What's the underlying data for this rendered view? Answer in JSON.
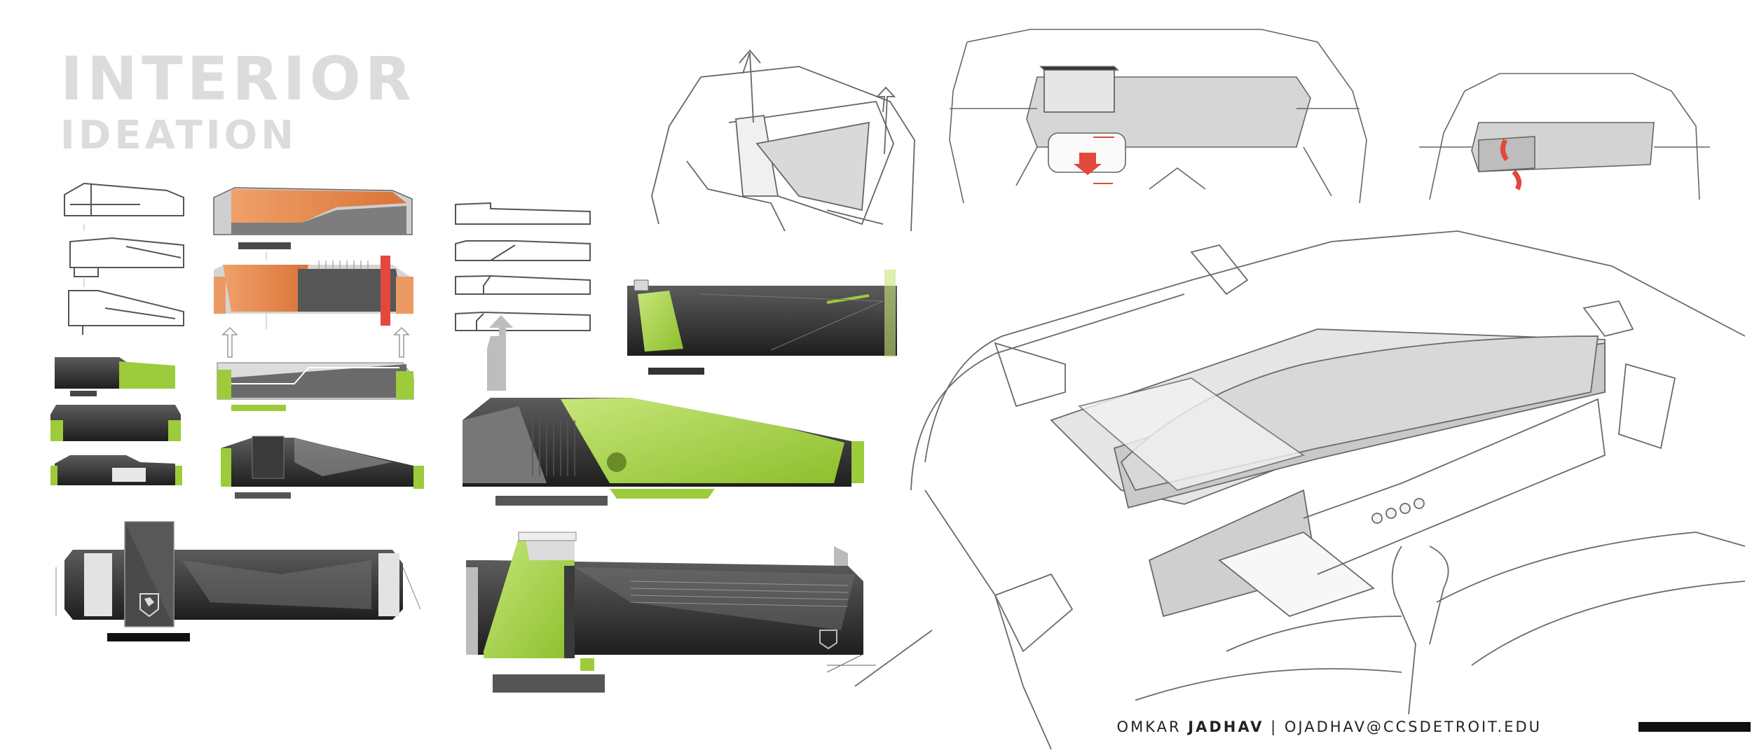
{
  "title": {
    "line1": "INTERIOR",
    "line2": "IDEATION"
  },
  "footer": {
    "first_name": "OMKAR",
    "last_name": "JADHAV",
    "separator": "|",
    "email": "OJADHAV@CCSDETROIT.EDU"
  },
  "colors": {
    "accent_green": "#9ccb3b",
    "accent_orange": "#e58a4e",
    "accent_red": "#e2483c",
    "sketch_gray": "#5a5a5a",
    "dark_body": "#2d2d2d",
    "title_gray": "#dcdcdc"
  },
  "icons": [
    "peugeot-lion-logo",
    "up-arrow",
    "red-rotate-arrow"
  ]
}
